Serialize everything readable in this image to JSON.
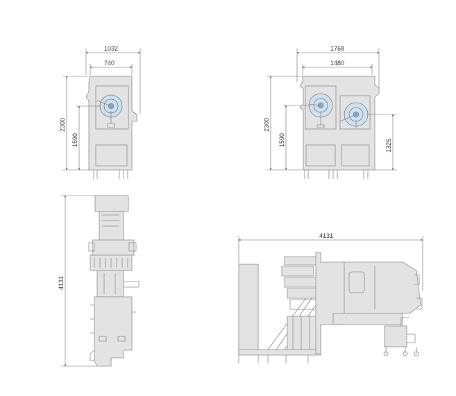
{
  "views": {
    "front_single": {
      "width_overall": "1032",
      "width_inner": "740",
      "height_overall": "2300",
      "height_spindle": "1590"
    },
    "front_twin": {
      "width_overall": "1768",
      "width_inner": "1480",
      "height_overall": "2300",
      "height_spindle": "1590",
      "height_spindle2": "1325"
    },
    "side": {
      "length": "4131"
    },
    "top": {
      "length": "4131"
    }
  },
  "colors": {
    "body": "#e3e3e3",
    "outline": "#8a8a8a",
    "chuck": "#cfe0ee",
    "dimension": "#6b6b6b"
  }
}
